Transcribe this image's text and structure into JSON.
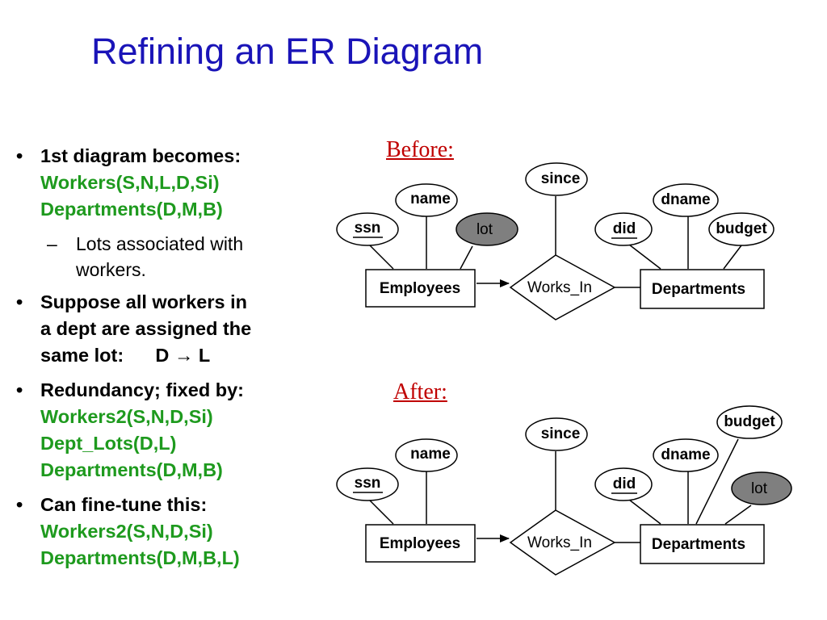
{
  "slide": {
    "title": "Refining an ER Diagram"
  },
  "bullets": [
    {
      "marker": "•",
      "lines": [
        "1st diagram becomes:"
      ],
      "green_lines": [
        "Workers(S,N,L,D,Si)",
        "Departments(D,M,B)"
      ],
      "sub": {
        "marker": "–",
        "lines": [
          "Lots associated with",
          "workers."
        ]
      }
    },
    {
      "marker": "•",
      "lines": [
        "Suppose all workers in",
        "a dept are assigned the",
        "same lot:      D → L"
      ]
    },
    {
      "marker": "•",
      "lines": [
        "Redundancy; fixed by:"
      ],
      "green_lines": [
        "Workers2(S,N,D,Si)",
        "Dept_Lots(D,L)",
        "Departments(D,M,B)"
      ]
    },
    {
      "marker": "•",
      "lines": [
        "Can fine-tune this:"
      ],
      "green_lines": [
        "Workers2(S,N,D,Si)",
        "Departments(D,M,B,L)"
      ]
    }
  ],
  "diagrams": {
    "before": {
      "label": "Before:",
      "entities": {
        "left": "Employees",
        "right": "Departments"
      },
      "relationship": "Works_In",
      "attributes": {
        "ssn": "ssn",
        "name": "name",
        "lot": "lot",
        "since": "since",
        "did": "did",
        "dname": "dname",
        "budget": "budget"
      }
    },
    "after": {
      "label": "After:",
      "entities": {
        "left": "Employees",
        "right": "Departments"
      },
      "relationship": "Works_In",
      "attributes": {
        "ssn": "ssn",
        "name": "name",
        "since": "since",
        "did": "did",
        "dname": "dname",
        "budget": "budget",
        "lot": "lot"
      }
    }
  },
  "colors": {
    "title": "#1a14b8",
    "green_text": "#1e9a1e",
    "red_label": "#c00000",
    "shaded_attribute": "#7f7f7f"
  }
}
